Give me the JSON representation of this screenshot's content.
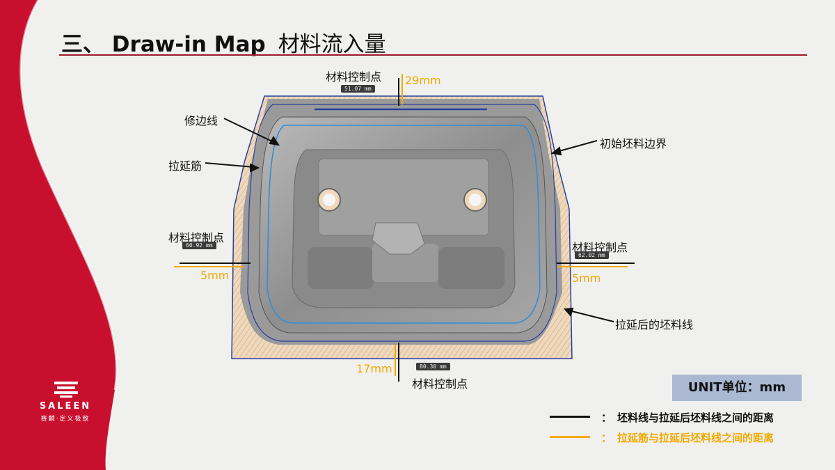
{
  "title": {
    "prefix": "三、 Draw-in Map",
    "cn": "材料流入量"
  },
  "brand": {
    "name": "SALEEN",
    "tagline": "赛麟·定义极致"
  },
  "labels": {
    "trim_line": "修边线",
    "draw_bead": "拉延筋",
    "initial_blank": "初始坯料边界",
    "drawn_blank": "拉延后的坯料线",
    "top_control": "材料控制点",
    "left_control": "材料控制点",
    "right_control": "材料控制点",
    "bottom_control": "材料控制点"
  },
  "measurements": {
    "top": {
      "tag": "51.07 mm",
      "bead": "29mm"
    },
    "left": {
      "tag": "60.92 mm",
      "bead": "5mm"
    },
    "right": {
      "tag": "62.02 mm",
      "bead": "5mm"
    },
    "bottom": {
      "tag": "80.30 mm",
      "bead": "17mm"
    }
  },
  "unit": "UNIT单位：mm",
  "legend": [
    {
      "sep": "：",
      "text": "坯料线与拉延后坯料线之间的距离",
      "color": "#111111"
    },
    {
      "sep": "：",
      "text": "拉延筋与拉延后坯料线之间的距离",
      "color": "#f2a900"
    }
  ],
  "colors": {
    "accent_red": "#c8102e",
    "yellow": "#f2a900",
    "blank_fill": "#efd9bd",
    "trim_blue": "#2f8fd8",
    "outline_blue": "#2a3f9e"
  }
}
